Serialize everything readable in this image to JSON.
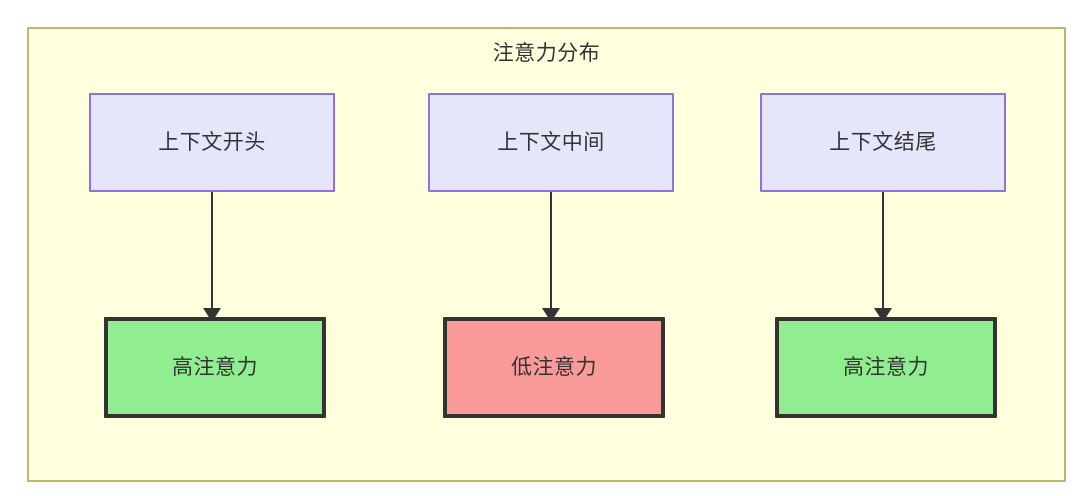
{
  "diagram": {
    "type": "flowchart",
    "title": "注意力分布",
    "colors": {
      "canvas_background": "#ffffff",
      "cluster_background": "#ffffde",
      "cluster_border": "#bdb76b",
      "context_fill": "#e6e6fa",
      "context_border": "#9370db",
      "high_attention_fill": "#90ee90",
      "low_attention_fill": "#fa9a99",
      "node_border_dark": "#333333",
      "text": "#333333",
      "edge": "#333333"
    },
    "context_nodes": [
      {
        "id": "context-start",
        "label": "上下文开头"
      },
      {
        "id": "context-middle",
        "label": "上下文中间"
      },
      {
        "id": "context-end",
        "label": "上下文结尾"
      }
    ],
    "attention_nodes": [
      {
        "id": "attention-high-start",
        "label": "高注意力",
        "level": "high"
      },
      {
        "id": "attention-low-middle",
        "label": "低注意力",
        "level": "low"
      },
      {
        "id": "attention-high-end",
        "label": "高注意力",
        "level": "high"
      }
    ],
    "edges": [
      {
        "from": "上下文开头",
        "to": "高注意力",
        "label": ""
      },
      {
        "from": "上下文中间",
        "to": "低注意力",
        "label": ""
      },
      {
        "from": "上下文结尾",
        "to": "高注意力",
        "label": ""
      }
    ]
  }
}
